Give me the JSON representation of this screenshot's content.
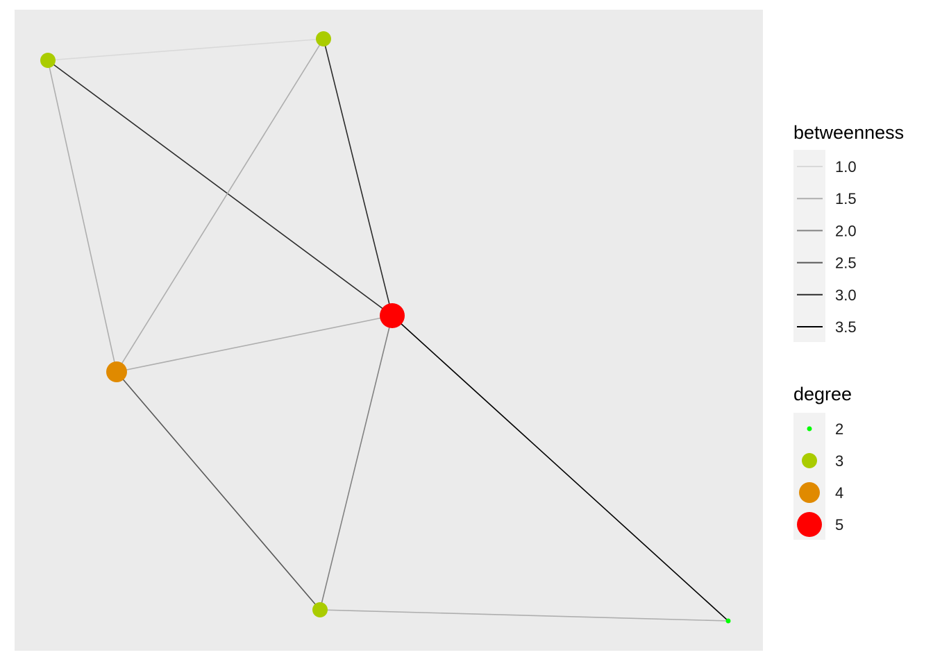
{
  "graph": {
    "nodes": [
      {
        "id": "n1",
        "degree": 3
      },
      {
        "id": "n2",
        "degree": 3
      },
      {
        "id": "n3",
        "degree": 5
      },
      {
        "id": "n4",
        "degree": 4
      },
      {
        "id": "n5",
        "degree": 3
      },
      {
        "id": "n6",
        "degree": 2
      }
    ],
    "edges": [
      {
        "source": "n1",
        "target": "n2",
        "betweenness": 1.0
      },
      {
        "source": "n1",
        "target": "n4",
        "betweenness": 1.5
      },
      {
        "source": "n1",
        "target": "n3",
        "betweenness": 3.0
      },
      {
        "source": "n2",
        "target": "n4",
        "betweenness": 1.5
      },
      {
        "source": "n2",
        "target": "n3",
        "betweenness": 3.0
      },
      {
        "source": "n4",
        "target": "n3",
        "betweenness": 1.5
      },
      {
        "source": "n4",
        "target": "n5",
        "betweenness": 2.5
      },
      {
        "source": "n3",
        "target": "n5",
        "betweenness": 2.0
      },
      {
        "source": "n3",
        "target": "n6",
        "betweenness": 3.5
      },
      {
        "source": "n5",
        "target": "n6",
        "betweenness": 1.5
      }
    ]
  },
  "legend": {
    "betweenness": {
      "title": "betweenness",
      "items": [
        {
          "label": "1.0",
          "value": 1.0
        },
        {
          "label": "1.5",
          "value": 1.5
        },
        {
          "label": "2.0",
          "value": 2.0
        },
        {
          "label": "2.5",
          "value": 2.5
        },
        {
          "label": "3.0",
          "value": 3.0
        },
        {
          "label": "3.5",
          "value": 3.5
        }
      ]
    },
    "degree": {
      "title": "degree",
      "items": [
        {
          "label": "2",
          "value": 2
        },
        {
          "label": "3",
          "value": 3
        },
        {
          "label": "4",
          "value": 4
        },
        {
          "label": "5",
          "value": 5
        }
      ]
    }
  },
  "colors": {
    "panel_background": "#ebebeb",
    "legend_key_background": "#f2f2f2",
    "degree_2": "#00ff00",
    "degree_3": "#aacc00",
    "degree_4": "#e08a00",
    "degree_5": "#ff0000"
  }
}
